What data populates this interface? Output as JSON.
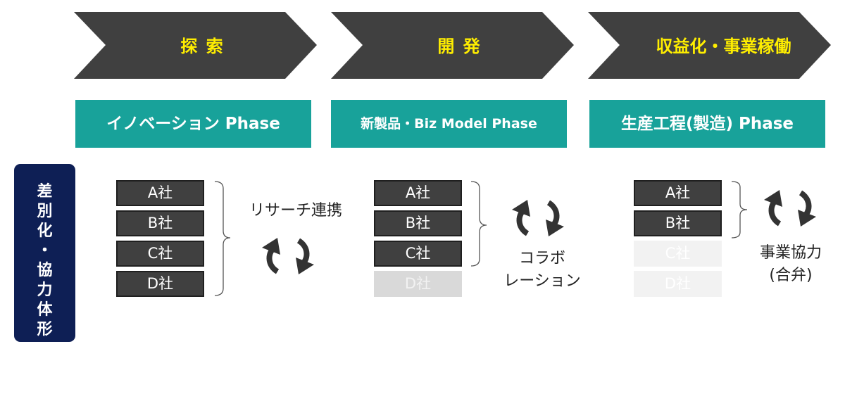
{
  "phases": [
    {
      "chevron_label": "探 索",
      "phase_label": "イノベーション Phase"
    },
    {
      "chevron_label": "開 発",
      "phase_label": "新製品・Biz Model Phase"
    },
    {
      "chevron_label": "収益化・事業稼働",
      "phase_label": "生産工程(製造) Phase"
    }
  ],
  "side_label": [
    "差",
    "別",
    "化",
    "・",
    "協",
    "力",
    "体",
    "形"
  ],
  "columns": [
    {
      "companies": [
        "A社",
        "B社",
        "C社",
        "D社"
      ],
      "note": [
        "リサーチ連携"
      ]
    },
    {
      "companies": [
        "A社",
        "B社",
        "C社",
        "D社"
      ],
      "note": [
        "コラボ",
        "レーション"
      ]
    },
    {
      "companies": [
        "A社",
        "B社",
        "C社",
        "D社"
      ],
      "note": [
        "事業協力",
        "(合弁)"
      ]
    }
  ],
  "colors": {
    "chevron": "#404040",
    "chevron_text": "#ffee00",
    "phase_box": "#18a29a",
    "side_box": "#0e1f55",
    "company_active": "#404040"
  }
}
